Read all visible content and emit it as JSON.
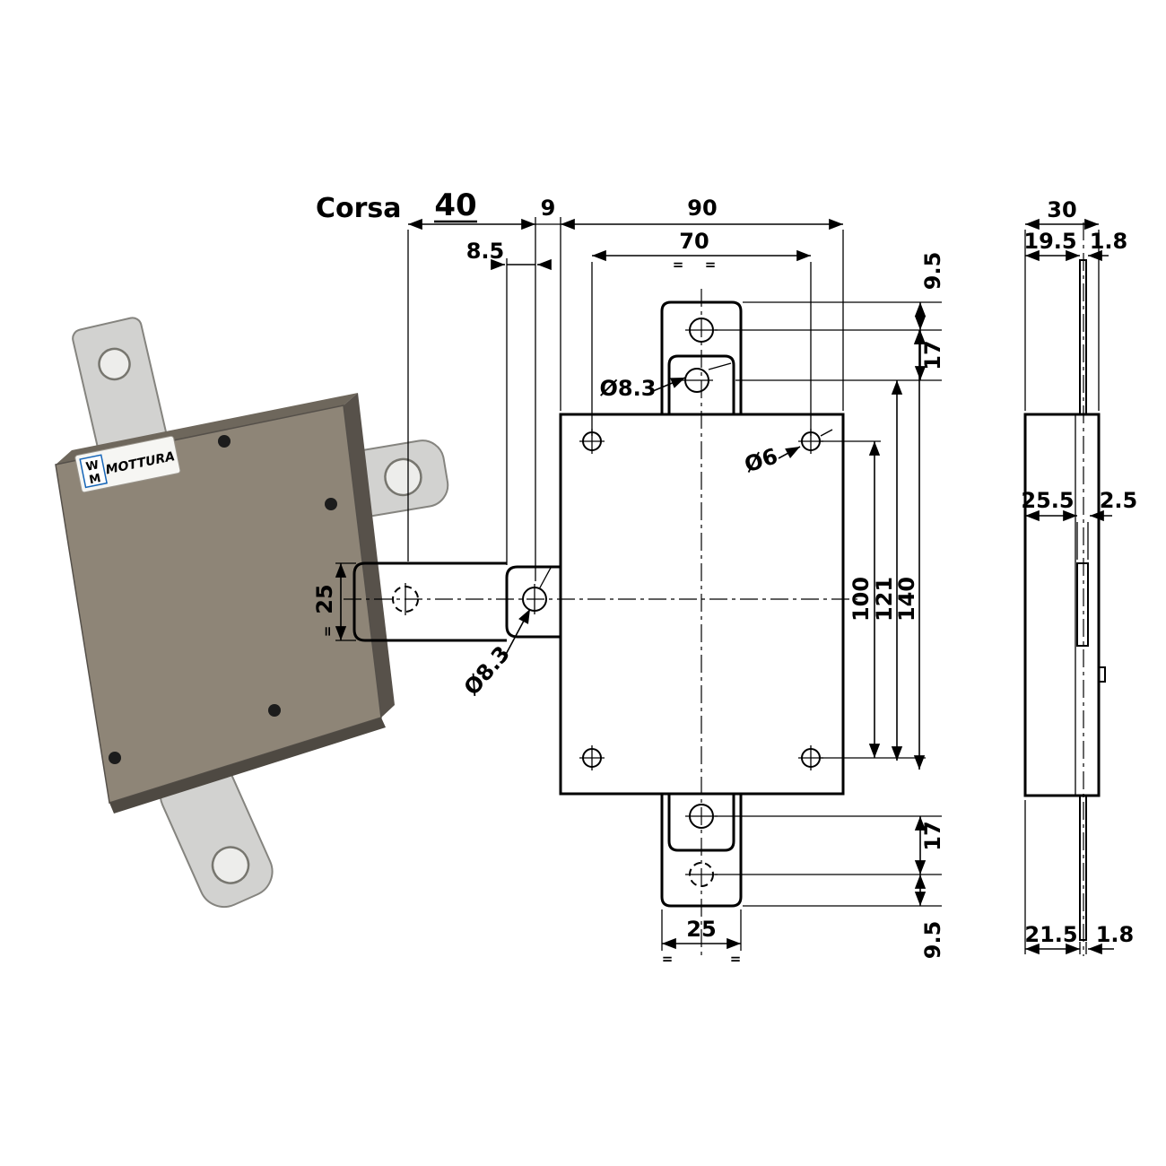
{
  "photo": {
    "brand": "MOTTURA",
    "logo_mark_top": "W",
    "logo_mark_bottom": "M",
    "body_color": "#8e8577",
    "metal_color": "#d2d2d0"
  },
  "front_view": {
    "corsa_label": "Corsa",
    "corsa_value": "40",
    "dim_offset_9": "9",
    "dim_width_90": "90",
    "dim_hole_spacing_70": "70",
    "dim_offset_8_5": "8.5",
    "dim_tab_top_9_5": "9.5",
    "dim_tab_top_17": "17",
    "dia_tab_hole": "Ø8.3",
    "dia_corner_hole": "Ø6",
    "dia_bolt_hole": "Ø8.3",
    "dim_bolt_height_25": "25",
    "dim_hole_spacing_100": "100",
    "dim_hole_spacing_121": "121",
    "dim_hole_spacing_140": "140",
    "dim_tab_bottom_17": "17",
    "dim_tab_bottom_9_5": "9.5",
    "dim_tab_width_25": "25",
    "center_mark": "="
  },
  "side_view": {
    "dim_depth_30": "30",
    "dim_offset_19_5": "19.5",
    "dim_rod_1_8_top": "1.8",
    "dim_offset_25_5": "25.5",
    "dim_offset_2_5": "2.5",
    "dim_offset_21_5": "21.5",
    "dim_rod_1_8_bottom": "1.8"
  }
}
